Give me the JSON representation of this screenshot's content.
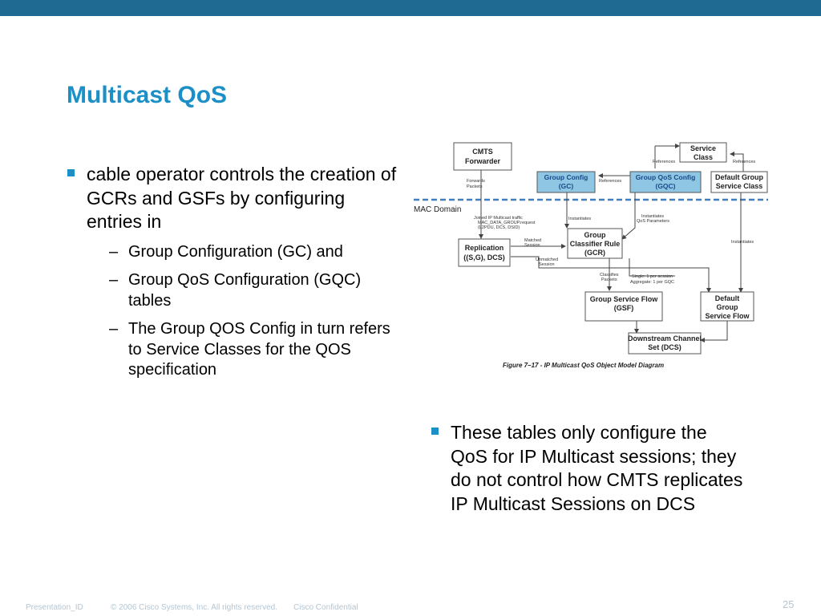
{
  "slide": {
    "title": "Multicast QoS",
    "left_bullet": "cable operator controls the creation of GCRs and GSFs by configuring entries in",
    "sub_bullets": [
      "Group Configuration (GC) and",
      "Group QoS Configuration (GQC) tables",
      "The Group QOS Config in turn refers to Service Classes for the QOS specification"
    ],
    "right_bullet": "These tables only configure the QoS for IP Multicast sessions; they do not control how CMTS replicates IP Multicast Sessions on DCS",
    "dash": "–"
  },
  "diagram": {
    "boxes": {
      "cmts_1": "CMTS",
      "cmts_2": "Forwarder",
      "service_class_1": "Service",
      "service_class_2": "Class",
      "gc_1": "Group Config",
      "gc_2": "(GC)",
      "gqc_1": "Group QoS Config",
      "gqc_2": "(GQC)",
      "dgsc_1": "Default Group",
      "dgsc_2": "Service Class",
      "repl_1": "Replication",
      "repl_2": "((S,G), DCS)",
      "gcr_1": "Group",
      "gcr_2": "Classifier Rule",
      "gcr_3": "(GCR)",
      "gsf_1": "Group Service Flow",
      "gsf_2": "(GSF)",
      "dgsf_1": "Default",
      "dgsf_2": "Group",
      "dgsf_3": "Service Flow",
      "dcs_1": "Downstream Channel",
      "dcs_2": "Set (DCS)"
    },
    "mac_domain": "MAC Domain",
    "labels": {
      "references_top_left": "References",
      "references_top_right": "References",
      "references_mid": "References",
      "forwards_1": "Forwards",
      "forwards_2": "Packets",
      "joined_1": "Joined IP Multicast traffic",
      "joined_2": "MAC_DATA_GROUP.request",
      "joined_3": "(L2PDU, DCS, DSID)",
      "instantiates_gc": "Instantiates",
      "instantiates_gqc_1": "Instantiates",
      "instantiates_gqc_2": "QoS Parameters",
      "instantiates_dgsc": "Instantiates",
      "matched_1": "Matched",
      "matched_2": "Session",
      "unmatched_1": "Unmatched",
      "unmatched_2": "Session",
      "classifies_1": "Classifies",
      "classifies_2": "Packets",
      "single_1": "Single: 1 per session",
      "single_2": "Aggregate: 1 per GQC"
    },
    "caption": "Figure 7–17 - IP Multicast QoS Object Model Diagram"
  },
  "footer": {
    "presentation_id": "Presentation_ID",
    "copyright": "© 2006 Cisco Systems, Inc. All rights reserved.",
    "confidential": "Cisco Confidential",
    "page": "25"
  }
}
